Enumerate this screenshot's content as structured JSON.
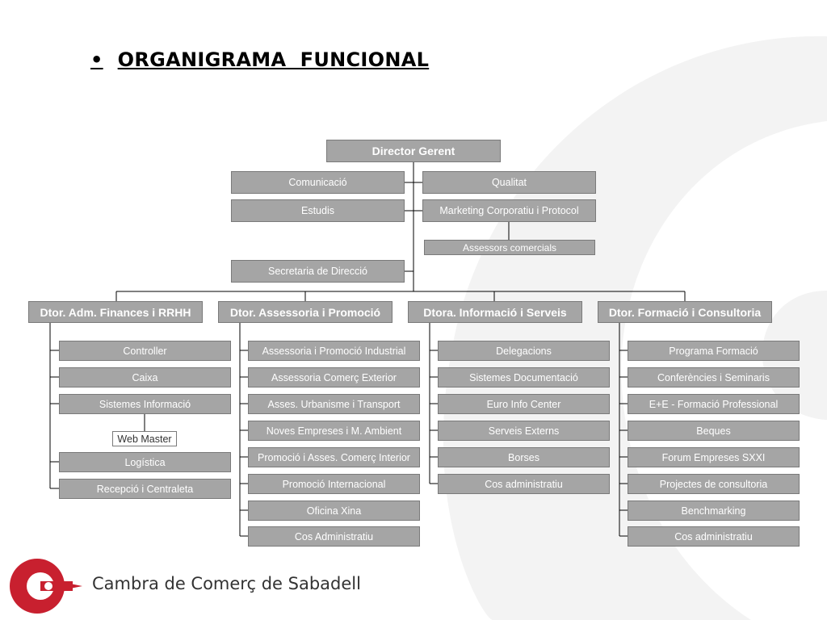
{
  "page_title": "ORGANIGRAMA  FUNCIONAL",
  "title_bullet": "•",
  "colors": {
    "box_fill": "#a5a5a5",
    "box_border": "#7a7a7a",
    "box_text": "#ffffff",
    "lines": "#000000",
    "logo_red": "#c8202f",
    "watermark": "#f0f0f0"
  },
  "top": {
    "director": "Director Gerent",
    "staff_left": [
      "Comunicació",
      "Estudis"
    ],
    "staff_right": [
      "Qualitat",
      "Marketing Corporatiu i Protocol"
    ],
    "assessors": "Assessors comercials",
    "secretaria": "Secretaria de Direcció"
  },
  "departments": [
    {
      "head": "Dtor. Adm. Finances i RRHH",
      "items": [
        "Controller",
        "Caixa",
        "Sistemes Informació",
        "Logística",
        "Recepció i Centraleta"
      ],
      "sub": "Web Master"
    },
    {
      "head": "Dtor. Assessoria i Promoció",
      "items": [
        "Assessoria i Promoció Industrial",
        "Assessoria Comerç Exterior",
        "Asses. Urbanisme i Transport",
        "Noves Empreses i M. Ambient",
        "Promoció i Asses. Comerç Interior",
        "Promoció Internacional",
        "Oficina Xina",
        "Cos Administratiu"
      ]
    },
    {
      "head": "Dtora. Informació i Serveis",
      "items": [
        "Delegacions",
        "Sistemes Documentació",
        "Euro Info Center",
        "Serveis Externs",
        "Borses",
        "Cos administratiu"
      ]
    },
    {
      "head": "Dtor. Formació i Consultoria",
      "items": [
        "Programa Formació",
        "Conferències i Seminaris",
        "E+E - Formació Professional",
        "Beques",
        "Forum Empreses SXXI",
        "Projectes de consultoria",
        "Benchmarking",
        "Cos administratiu"
      ]
    }
  ],
  "footer": {
    "logo_text": "Cambra de Comerç de Sabadell",
    "logo_icon": "cambra-c-logo"
  }
}
